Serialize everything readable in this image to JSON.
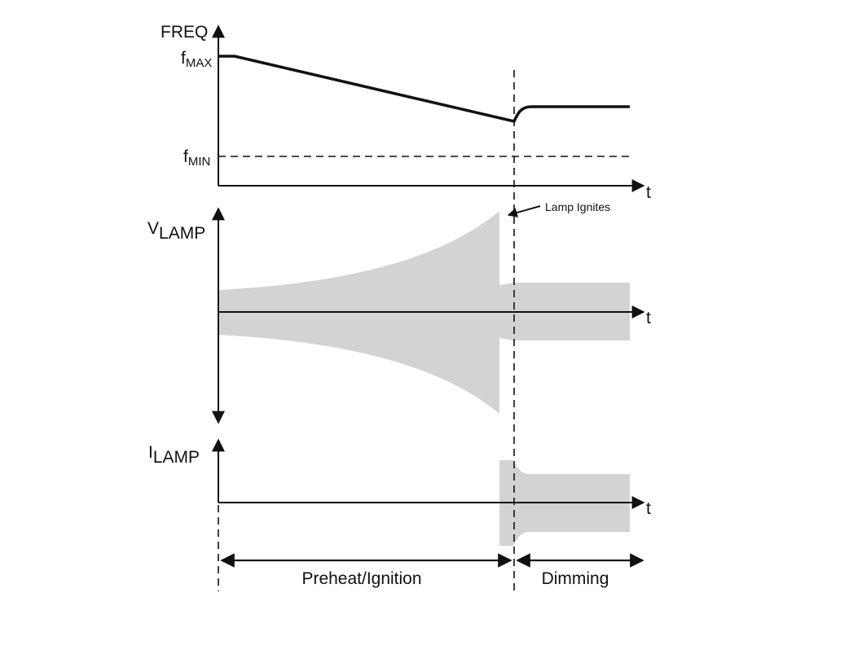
{
  "labels": {
    "freq_axis": "FREQ",
    "fmax_main": "f",
    "fmax_sub": "MAX",
    "fmin_main": "f",
    "fmin_sub": "MIN",
    "vlamp_main": "V",
    "vlamp_sub": "LAMP",
    "ilamp_main": "I",
    "ilamp_sub": "LAMP",
    "time_axis": "t",
    "lamp_ignites": "Lamp Ignites",
    "phase_preheat": "Preheat/Ignition",
    "phase_dimming": "Dimming"
  },
  "colors": {
    "line": "#111111",
    "envelope_fill": "#d3d3d3",
    "background": "#ffffff"
  }
}
